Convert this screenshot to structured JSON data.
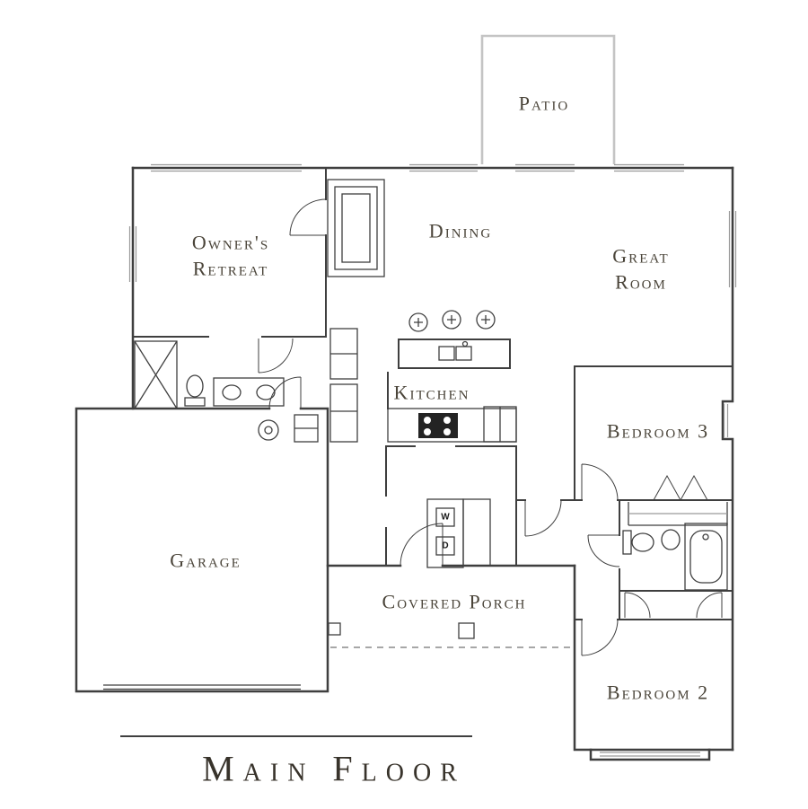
{
  "title": {
    "text": "Main Floor"
  },
  "rooms": {
    "patio": "Patio",
    "owners_retreat": "Owner's Retreat",
    "dining": "Dining",
    "great_room": "Great Room",
    "kitchen": "Kitchen",
    "bedroom3": "Bedroom 3",
    "garage": "Garage",
    "covered_porch": "Covered Porch",
    "bedroom2": "Bedroom 2"
  },
  "laundry": {
    "washer": "W",
    "dryer": "D"
  },
  "colors": {
    "wall": "#3f3f3f",
    "text": "#4a4439",
    "patio": "#c4c4c4"
  }
}
